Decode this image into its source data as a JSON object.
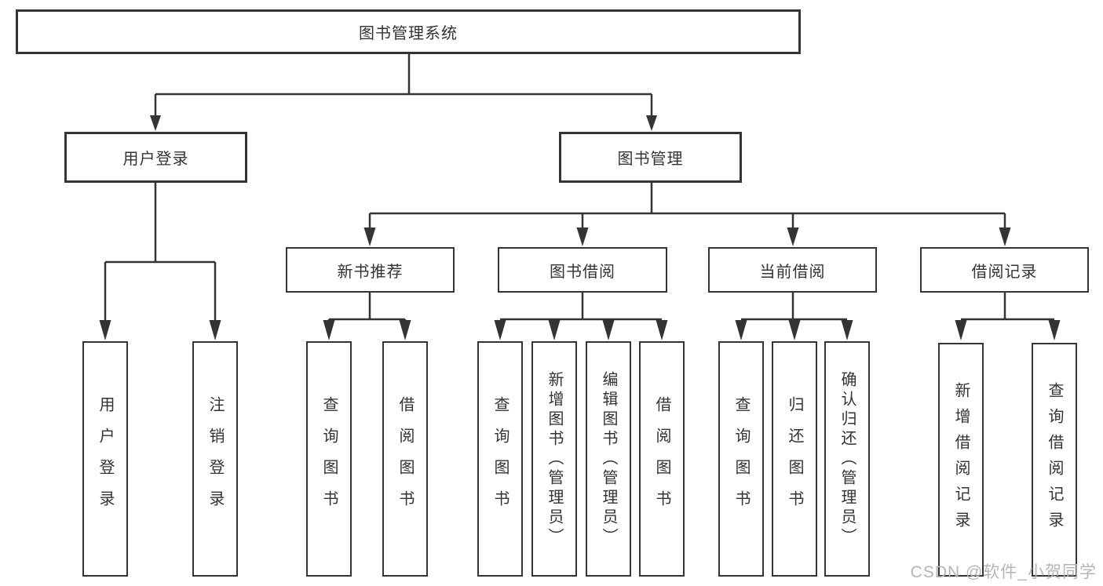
{
  "tree": {
    "root": "图书管理系统",
    "branches": [
      {
        "label": "用户登录",
        "children": [
          "用户登录",
          "注销登录"
        ]
      },
      {
        "label": "图书管理",
        "children": [
          {
            "label": "新书推荐",
            "children": [
              "查询图书",
              "借阅图书"
            ]
          },
          {
            "label": "图书借阅",
            "children": [
              "查询图书",
              "新增图书（管理员）",
              "编辑图书（管理员）",
              "借阅图书"
            ]
          },
          {
            "label": "当前借阅",
            "children": [
              "查询图书",
              "归还图书",
              "确认归还（管理员）"
            ]
          },
          {
            "label": "借阅记录",
            "children": [
              "新增借阅记录",
              "查询借阅记录"
            ]
          }
        ]
      }
    ]
  },
  "watermark": "CSDN @软件_小贺同学",
  "colors": {
    "line": "#343434",
    "text": "#333333",
    "box_fill": "#ffffff",
    "watermark": "#b2b6ba",
    "background": "#ffffff"
  }
}
